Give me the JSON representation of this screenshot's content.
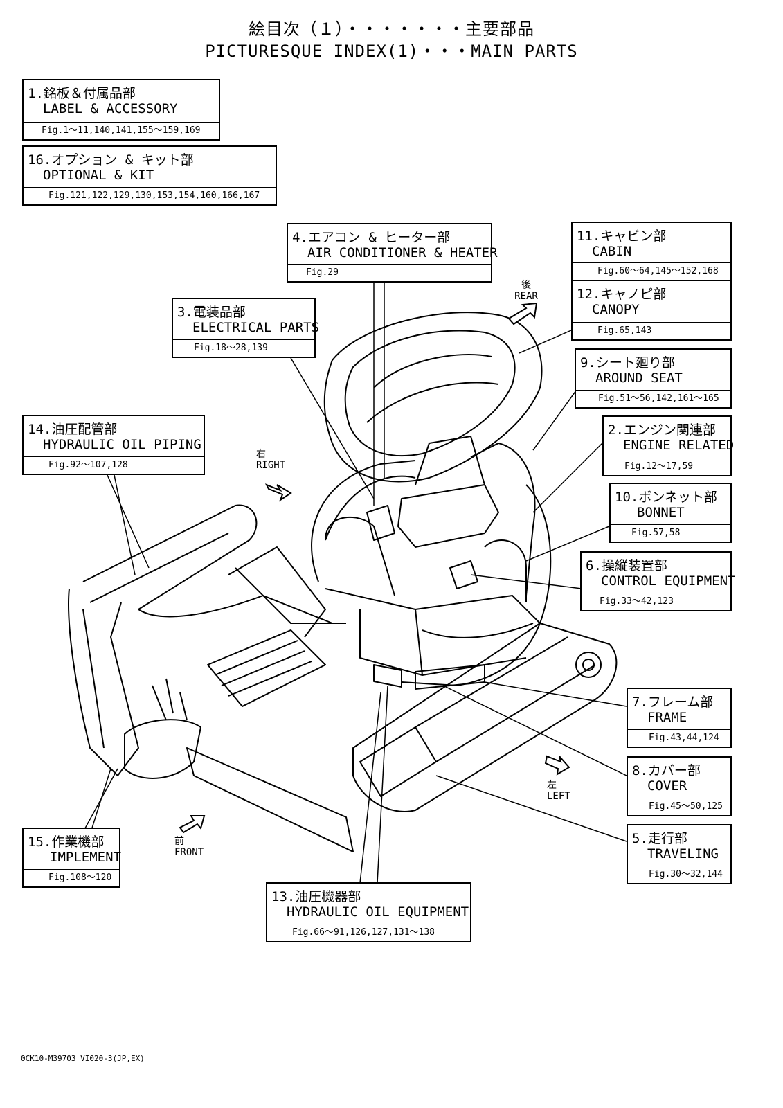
{
  "title": {
    "jp": "絵目次（１）・・・・・・・主要部品",
    "en": "PICTURESQUE INDEX(1)・・・MAIN PARTS"
  },
  "boxes": {
    "b1": {
      "jp": "1.銘板＆付属品部",
      "en": "LABEL & ACCESSORY",
      "fig": "Fig.1〜11,140,141,155〜159,169"
    },
    "b16": {
      "jp": "16.オプション & キット部",
      "en": "OPTIONAL & KIT",
      "fig": "Fig.121,122,129,130,153,154,160,166,167"
    },
    "b4": {
      "jp": "4.エアコン & ヒーター部",
      "en": "AIR CONDITIONER & HEATER",
      "fig": "Fig.29"
    },
    "b11": {
      "jp": "11.キャビン部",
      "en": "CABIN",
      "fig": "Fig.60〜64,145〜152,168"
    },
    "b12": {
      "jp": "12.キャノピ部",
      "en": "CANOPY",
      "fig": "Fig.65,143"
    },
    "b3": {
      "jp": "3.電装品部",
      "en": "ELECTRICAL PARTS",
      "fig": "Fig.18〜28,139"
    },
    "b9": {
      "jp": "9.シート廻り部",
      "en": "AROUND SEAT",
      "fig": "Fig.51〜56,142,161〜165"
    },
    "b2": {
      "jp": "2.エンジン関連部",
      "en": "ENGINE RELATED",
      "fig": "Fig.12〜17,59"
    },
    "b14": {
      "jp": "14.油圧配管部",
      "en": "HYDRAULIC OIL PIPING",
      "fig": "Fig.92〜107,128"
    },
    "b10": {
      "jp": "10.ボンネット部",
      "en": "BONNET",
      "fig": "Fig.57,58"
    },
    "b6": {
      "jp": "6.操縦装置部",
      "en": "CONTROL EQUIPMENT",
      "fig": "Fig.33〜42,123"
    },
    "b7": {
      "jp": "7.フレーム部",
      "en": "FRAME",
      "fig": "Fig.43,44,124"
    },
    "b8": {
      "jp": "8.カバー部",
      "en": "COVER",
      "fig": "Fig.45〜50,125"
    },
    "b15": {
      "jp": "15.作業機部",
      "en": "IMPLEMENT",
      "fig": "Fig.108〜120"
    },
    "b5": {
      "jp": "5.走行部",
      "en": "TRAVELING",
      "fig": "Fig.30〜32,144"
    },
    "b13": {
      "jp": "13.油圧機器部",
      "en": "HYDRAULIC OIL EQUIPMENT",
      "fig": "Fig.66〜91,126,127,131〜138"
    }
  },
  "directions": {
    "rear": {
      "jp": "後",
      "en": "REAR"
    },
    "right": {
      "jp": "右",
      "en": "RIGHT"
    },
    "left": {
      "jp": "左",
      "en": "LEFT"
    },
    "front": {
      "jp": "前",
      "en": "FRONT"
    }
  },
  "footer": "0CK10-M39703 VI020-3(JP,EX)"
}
